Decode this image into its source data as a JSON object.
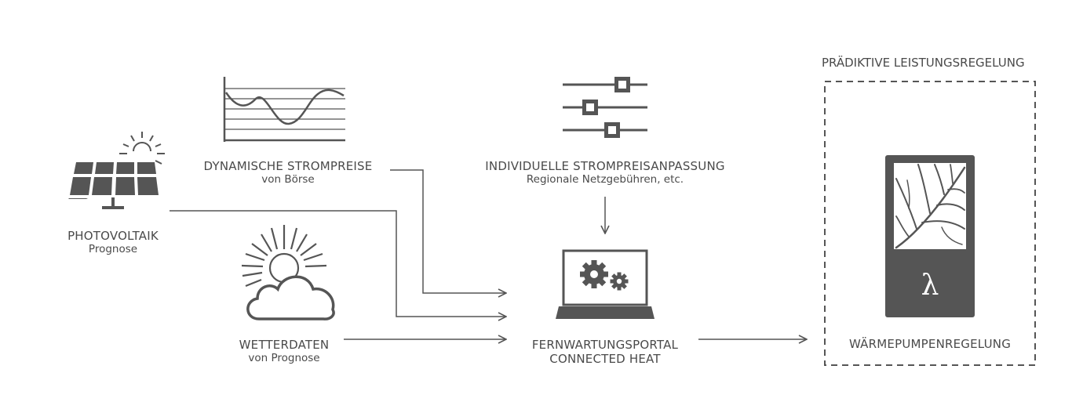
{
  "frame": {
    "title": "PRÄDIKTIVE LEISTUNGSREGELUNG"
  },
  "nodes": {
    "photovoltaik": {
      "title": "PHOTOVOLTAIK",
      "subtitle": "Prognose",
      "icon": "solar-panel-icon"
    },
    "strompreise": {
      "title": "DYNAMISCHE STROMPREISE",
      "subtitle": "von Börse",
      "icon": "price-chart-icon"
    },
    "wetterdaten": {
      "title": "WETTERDATEN",
      "subtitle": "von Prognose",
      "icon": "weather-icon"
    },
    "anpassung": {
      "title": "INDIVIDUELLE STROMPREISANPASSUNG",
      "subtitle": "Regionale Netzgebühren, etc.",
      "icon": "sliders-icon"
    },
    "portal": {
      "title": "FERNWARTUNGSPORTAL",
      "subtitle": "CONNECTED HEAT",
      "icon": "laptop-gears-icon"
    },
    "waermepumpe": {
      "title": "WÄRMEPUMPENREGELUNG",
      "badge": "λ",
      "icon": "heat-pump-icon"
    }
  },
  "colors": {
    "ink": "#4a4a4a",
    "line": "#555555"
  }
}
